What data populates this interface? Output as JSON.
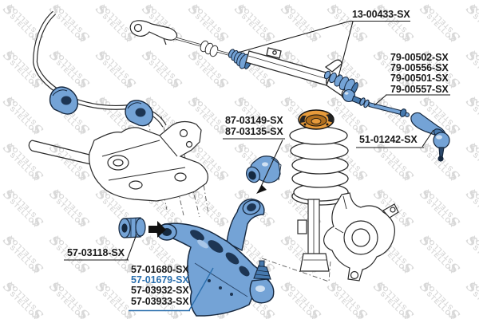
{
  "brand_watermark": "STELLOX",
  "colors": {
    "part_highlight_blue": "#74a3d6",
    "part_highlight_blue_dark": "#4679ae",
    "part_outline_navy": "#16283f",
    "accent_orange": "#e79b3b",
    "line_art": "#2b2b2b",
    "label_black": "#1a1a1a",
    "label_link_blue": "#2b6fad",
    "watermark_gray": "#d9d9d9"
  },
  "labels": {
    "steering_boot": "13-00433-SX",
    "inner_tie_rod": [
      "79-00502-SX",
      "79-00556-SX",
      "79-00501-SX",
      "79-00557-SX"
    ],
    "tie_rod_end": "51-01242-SX",
    "control_arm_rear_bushing": [
      "87-03149-SX",
      "87-03135-SX"
    ],
    "control_arm_front_bushing": "57-03118-SX",
    "control_arm": [
      "57-01680-SX",
      "57-01679-SX",
      "57-03932-SX",
      "57-03933-SX"
    ],
    "highlighted_part": "57-01679-SX"
  }
}
